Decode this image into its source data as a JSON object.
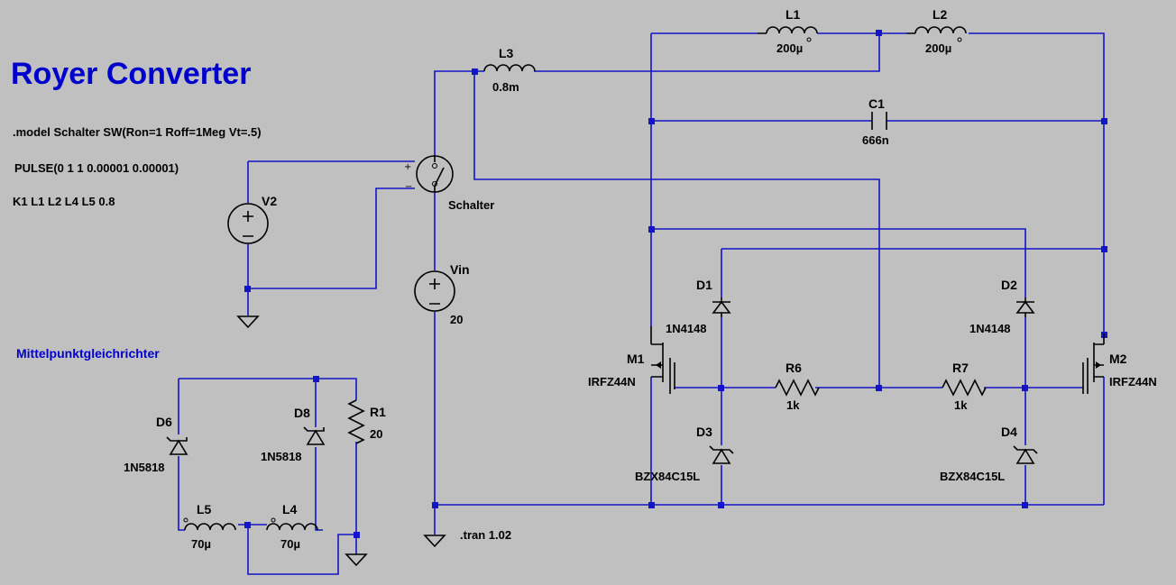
{
  "title": "Royer Converter",
  "section_label": "Mittelpunktgleichrichter",
  "directives": {
    "model": ".model Schalter SW(Ron=1 Roff=1Meg Vt=.5)",
    "pulse": "PULSE(0 1 1 0.00001 0.00001)",
    "coupling": "K1 L1 L2 L4 L5 0.8",
    "tran": ".tran 1.02"
  },
  "components": {
    "L1": {
      "name": "L1",
      "value": "200µ"
    },
    "L2": {
      "name": "L2",
      "value": "200µ"
    },
    "L3": {
      "name": "L3",
      "value": "0.8m"
    },
    "L4": {
      "name": "L4",
      "value": "70µ"
    },
    "L5": {
      "name": "L5",
      "value": "70µ"
    },
    "C1": {
      "name": "C1",
      "value": "666n"
    },
    "R1": {
      "name": "R1",
      "value": "20"
    },
    "R6": {
      "name": "R6",
      "value": "1k"
    },
    "R7": {
      "name": "R7",
      "value": "1k"
    },
    "D1": {
      "name": "D1",
      "value": "1N4148"
    },
    "D2": {
      "name": "D2",
      "value": "1N4148"
    },
    "D3": {
      "name": "D3",
      "value": "BZX84C15L"
    },
    "D4": {
      "name": "D4",
      "value": "BZX84C15L"
    },
    "D6": {
      "name": "D6",
      "value": "1N5818"
    },
    "D8": {
      "name": "D8",
      "value": "1N5818"
    },
    "M1": {
      "name": "M1",
      "value": "IRFZ44N"
    },
    "M2": {
      "name": "M2",
      "value": "IRFZ44N"
    },
    "V2": {
      "name": "V2"
    },
    "Vin": {
      "name": "Vin",
      "value": "20"
    },
    "S1": {
      "name": "Schalter"
    }
  },
  "colors": {
    "background": "#c0c0c0",
    "wire": "#1414c8",
    "title": "#0000cc",
    "symbol": "#000000"
  }
}
